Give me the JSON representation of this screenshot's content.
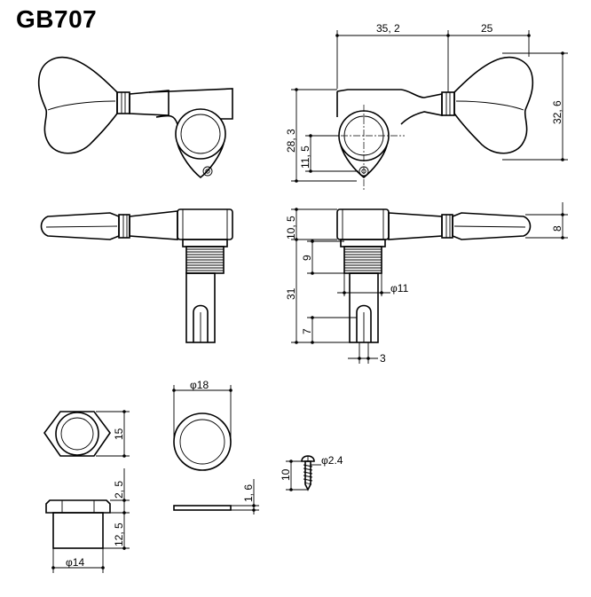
{
  "title": "GB707",
  "dimensions": {
    "d35_2": "35, 2",
    "d25": "25",
    "d32_6": "32, 6",
    "d28_3": "28, 3",
    "d11_5": "11, 5",
    "d10_5": "10, 5",
    "d8": "8",
    "d9": "9",
    "d31": "31",
    "d11": "φ11",
    "d7": "7",
    "d3": "3",
    "d18": "φ18",
    "d15": "15",
    "d2_5": "2, 5",
    "d12_5": "12, 5",
    "d14": "φ14",
    "d1_6": "1, 6",
    "d10": "10",
    "d2_4": "φ2.4"
  }
}
